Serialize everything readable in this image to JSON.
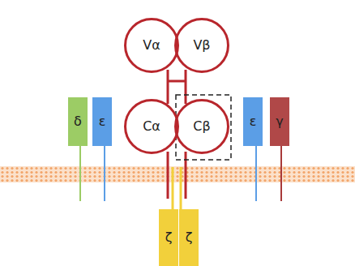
{
  "diagram": {
    "nodes": [
      {
        "text": [
          "Vα"
        ]
      },
      {
        "text": [
          "Vβ"
        ]
      },
      {
        "text": [
          "Cα"
        ]
      },
      {
        "text": [
          "Cβ"
        ]
      },
      {
        "text": [
          "δ"
        ]
      },
      {
        "text": [
          "ε"
        ]
      },
      {
        "text": [
          "ε"
        ]
      },
      {
        "text": [
          "γ"
        ]
      },
      {
        "text": [
          "ζ"
        ]
      },
      {
        "text": [
          "ζ"
        ]
      }
    ]
  }
}
